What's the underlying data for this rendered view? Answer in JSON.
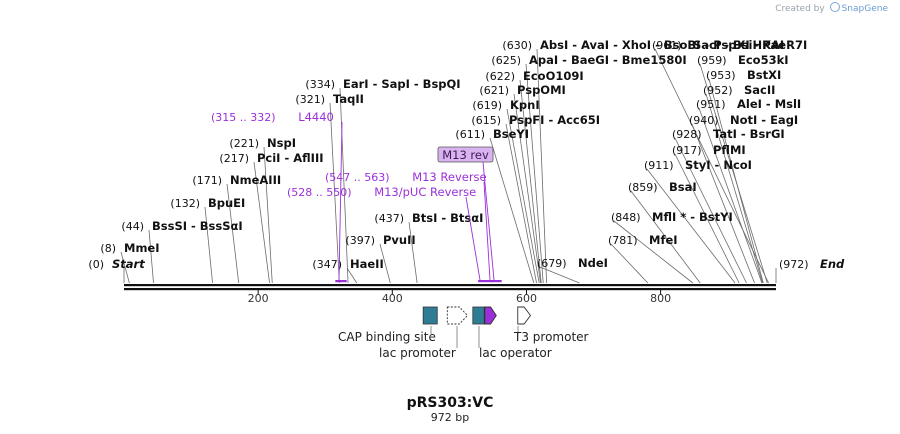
{
  "header": {
    "credit_prefix": "Created by",
    "credit_brand": "SnapGene"
  },
  "plasmid": {
    "name": "pRS303:VC",
    "length_label": "972 bp"
  },
  "colors": {
    "ink": "#111111",
    "line": "#6b6b6b",
    "primer": "#9b30d9",
    "teal": "#2e7d94",
    "primer_label_bg": "#d9b3f0"
  },
  "axis": {
    "start": 0,
    "end": 972,
    "tick_values": [
      200,
      400,
      600,
      800
    ],
    "tick_labels": [
      "200",
      "400",
      "600",
      "800"
    ]
  },
  "enzymes": [
    {
      "pos_label": "(0)",
      "pos": 0,
      "name": "Start",
      "style": "italic"
    },
    {
      "pos_label": "(8)",
      "pos": 8,
      "name": "MmeI"
    },
    {
      "pos_label": "(44)",
      "pos": 44,
      "name": "BssSI  -  BssSαI"
    },
    {
      "pos_label": "(132)",
      "pos": 132,
      "name": "BpuEI"
    },
    {
      "pos_label": "(171)",
      "pos": 171,
      "name": "NmeAIII"
    },
    {
      "pos_label": "(217)",
      "pos": 217,
      "name": "PciI  -  AflIII"
    },
    {
      "pos_label": "(221)",
      "pos": 221,
      "name": "NspI"
    },
    {
      "pos_label": "(321)",
      "pos": 321,
      "name": "TaqII"
    },
    {
      "pos_label": "(334)",
      "pos": 334,
      "name": "EarI  -  SapI  -  BspQI"
    },
    {
      "pos_label": "(347)",
      "pos": 347,
      "name": "HaeII"
    },
    {
      "pos_label": "(397)",
      "pos": 397,
      "name": "PvuII"
    },
    {
      "pos_label": "(437)",
      "pos": 437,
      "name": "BtsI  -  BtsαI"
    },
    {
      "pos_label": "(611)",
      "pos": 611,
      "name": "BseYI"
    },
    {
      "pos_label": "(615)",
      "pos": 615,
      "name": "PspFI  -  Acc65I"
    },
    {
      "pos_label": "(619)",
      "pos": 619,
      "name": "KpnI"
    },
    {
      "pos_label": "(621)",
      "pos": 621,
      "name": "PspOMI"
    },
    {
      "pos_label": "(622)",
      "pos": 622,
      "name": "EcoO109I"
    },
    {
      "pos_label": "(625)",
      "pos": 625,
      "name": "ApaI  -  BaeGI  -  Bme1580I"
    },
    {
      "pos_label": "(630)",
      "pos": 630,
      "name": "AbsI  -  AvaI  -  XhoI  -  BsoBI  -  PspXI  -  PaeR7I"
    },
    {
      "pos_label": "(679)",
      "pos": 679,
      "name": "NdeI"
    },
    {
      "pos_label": "(781)",
      "pos": 781,
      "name": "MfeI"
    },
    {
      "pos_label": "(848)",
      "pos": 848,
      "name": "MflI * - BstYI"
    },
    {
      "pos_label": "(859)",
      "pos": 859,
      "name": "BsaI"
    },
    {
      "pos_label": "(911)",
      "pos": 911,
      "name": "StyI  -  NcoI"
    },
    {
      "pos_label": "(917)",
      "pos": 917,
      "name": "PflMI"
    },
    {
      "pos_label": "(928)",
      "pos": 928,
      "name": "TatI  -  BsrGI"
    },
    {
      "pos_label": "(940)",
      "pos": 940,
      "name": "NotI  -  EagI"
    },
    {
      "pos_label": "(951)",
      "pos": 951,
      "name": "AleI  -  MslI"
    },
    {
      "pos_label": "(952)",
      "pos": 952,
      "name": "SacII"
    },
    {
      "pos_label": "(953)",
      "pos": 953,
      "name": "BstXI"
    },
    {
      "pos_label": "(959)",
      "pos": 959,
      "name": "Eco53kI"
    },
    {
      "pos_label": "(961)",
      "pos": 961,
      "name": "SacI  -  BsiHKAI"
    },
    {
      "pos_label": "(972)",
      "pos": 972,
      "name": "End",
      "style": "italic"
    }
  ],
  "primers": [
    {
      "range_label": "(315 .. 332)",
      "name": "L4440",
      "start": 315,
      "end": 332
    },
    {
      "range_label": "(547 .. 563)",
      "name": "M13 Reverse",
      "start": 547,
      "end": 563
    },
    {
      "range_label": "(528 .. 550)",
      "name": "M13/pUC Reverse",
      "start": 528,
      "end": 550
    },
    {
      "name": "M13 rev",
      "start": 547,
      "end": 563,
      "boxed": true
    }
  ],
  "features": [
    {
      "name": "CAP binding site",
      "start": 446,
      "end": 467,
      "shape": "box"
    },
    {
      "name": "lac promoter",
      "start": 482,
      "end": 512,
      "shape": "arrow-dashed"
    },
    {
      "name": "lac operator",
      "start": 520,
      "end": 537,
      "shape": "box"
    },
    {
      "name": "",
      "start": 538,
      "end": 555,
      "shape": "arrow-filled"
    },
    {
      "name": "T3 promoter",
      "start": 587,
      "end": 606,
      "shape": "arrow-open"
    }
  ]
}
